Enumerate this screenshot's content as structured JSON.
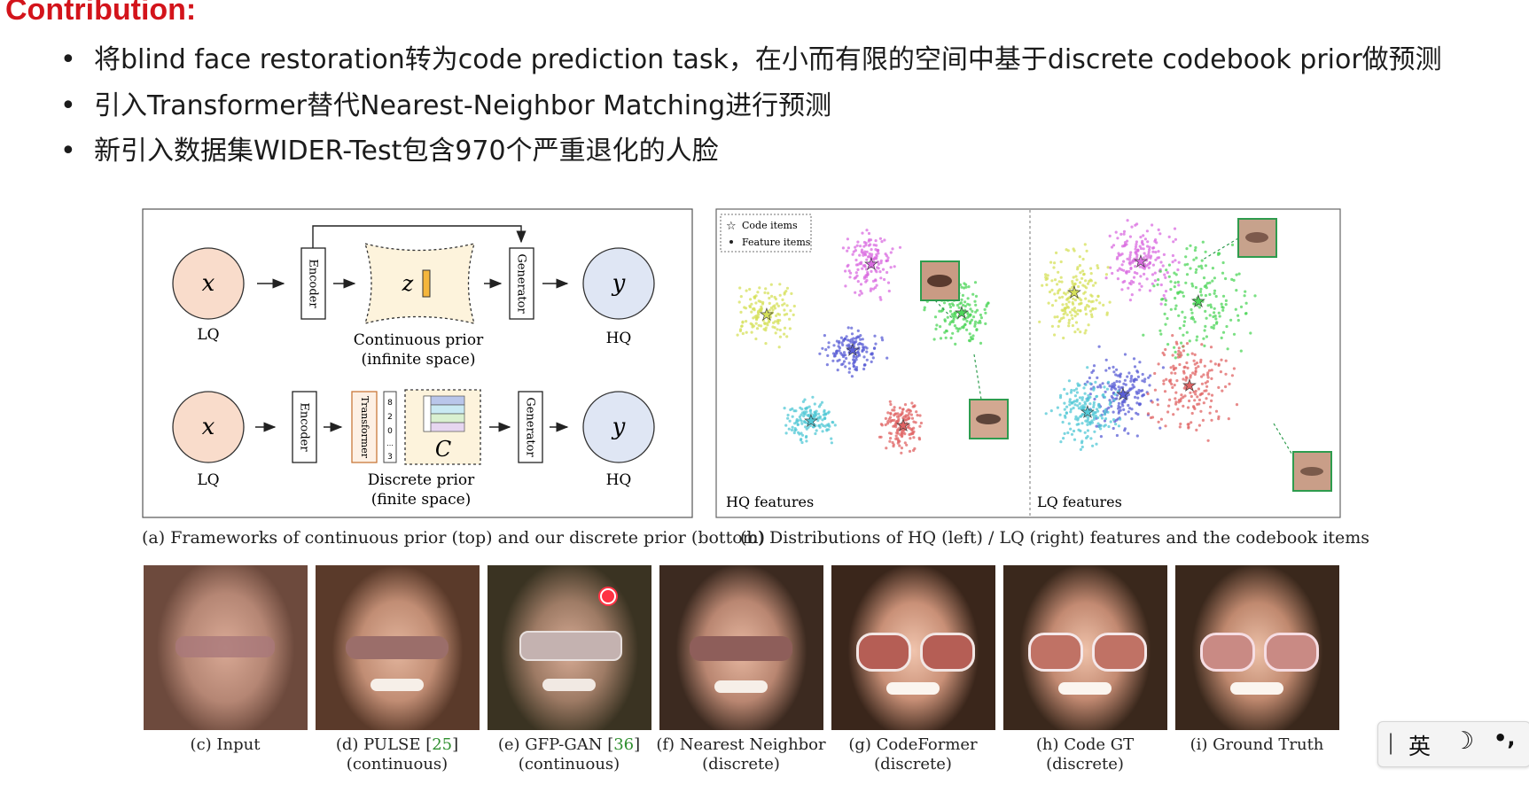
{
  "slide": {
    "title": "Contribution:",
    "bullets": [
      "将blind face restoration转为code prediction task，在小而有限的空间中基于discrete codebook prior做预测",
      "引入Transformer替代Nearest-Neighbor Matching进行预测",
      "新引入数据集WIDER-Test包含970个严重退化的人脸"
    ],
    "bullet_marker": "•"
  },
  "figure_a": {
    "top": {
      "input_symbol": "x",
      "input_label": "LQ",
      "encoder": "Encoder",
      "latent": "z",
      "generator": "Generator",
      "output_symbol": "y",
      "output_label": "HQ",
      "prior_line1": "Continuous prior",
      "prior_line2": "(infinite space)"
    },
    "bottom": {
      "input_symbol": "x",
      "input_label": "LQ",
      "encoder": "Encoder",
      "transformer": "Transformer",
      "tokens": [
        "8",
        "2",
        "0",
        "...",
        "3"
      ],
      "codebook": "C",
      "generator": "Generator",
      "output_symbol": "y",
      "output_label": "HQ",
      "prior_line1": "Discrete prior",
      "prior_line2": "(finite space)"
    },
    "caption": "(a) Frameworks of continuous prior (top) and our discrete prior (bottom)"
  },
  "figure_b": {
    "legend_code": "Code items",
    "legend_feature": "Feature items",
    "left_label": "HQ features",
    "right_label": "LQ features",
    "caption": "(b) Distributions of HQ (left) / LQ (right) features and the codebook items",
    "colors": [
      "#d96be0",
      "#d6e05a",
      "#4dd65a",
      "#5b5fd6",
      "#52c8d6",
      "#e06464"
    ]
  },
  "faces": [
    {
      "label": "(c) Input",
      "sub": "",
      "ref": ""
    },
    {
      "label": "(d) PULSE [",
      "ref": "25",
      "close": "]",
      "sub": "(continuous)"
    },
    {
      "label": "(e) GFP-GAN [",
      "ref": "36",
      "close": "]",
      "sub": "(continuous)"
    },
    {
      "label": "(f) Nearest Neighbor",
      "sub": "(discrete)",
      "ref": ""
    },
    {
      "label": "(g) CodeFormer",
      "sub": "(discrete)",
      "ref": ""
    },
    {
      "label": "(h) Code GT",
      "sub": "(discrete)",
      "ref": ""
    },
    {
      "label": "(i) Ground Truth",
      "sub": "",
      "ref": ""
    }
  ],
  "ime_toolbar": {
    "sep": "|",
    "lang": "英",
    "moon": "☽",
    "dots": "•,"
  }
}
